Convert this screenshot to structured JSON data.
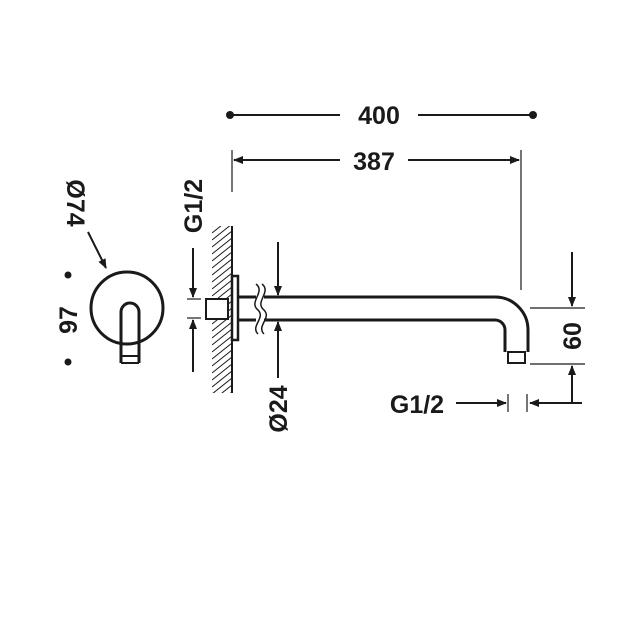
{
  "dimensions": {
    "overall_length": "400",
    "arm_length": "387",
    "flange_diameter": "Ø74",
    "side_offset": "97",
    "inlet_thread": "G1/2",
    "pipe_diameter": "Ø24",
    "outlet_thread": "G1/2",
    "drop_height": "60"
  },
  "colors": {
    "line": "#1a1a1a",
    "background": "#ffffff"
  }
}
